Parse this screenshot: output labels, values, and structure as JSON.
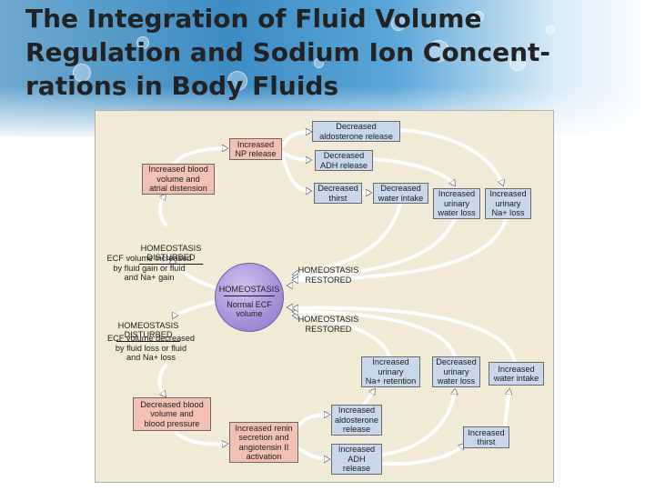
{
  "slide": {
    "title_lines": [
      "The Integration of Fluid Volume",
      "Regulation and Sodium Ion Concent-",
      "rations in Body Fluids"
    ]
  },
  "diagram": {
    "homeostasis": {
      "title": "HOMEOSTASIS",
      "state": "Normal ECF\nvolume"
    },
    "upper": {
      "disturbed_heading": "HOMEOSTASIS\nDISTURBED",
      "disturbed_text": "ECF volume increased\nby fluid gain or fluid\nand Na+ gain",
      "stimulus": "Increased blood\nvolume and\natrial distension",
      "np": "Increased\nNP release",
      "aldosterone": "Decreased\naldosterone release",
      "adh": "Decreased\nADH release",
      "thirst": "Decreased\nthirst",
      "water_intake": "Decreased\nwater intake",
      "urinary_water": "Increased\nurinary\nwater loss",
      "urinary_na": "Increased\nurinary\nNa+ loss",
      "restored": "HOMEOSTASIS\nRESTORED"
    },
    "lower": {
      "disturbed_heading": "HOMEOSTASIS\nDISTURBED",
      "disturbed_text": "ECF volume decreased\nby fluid loss or fluid\nand Na+ loss",
      "stimulus": "Decreased blood\nvolume and\nblood pressure",
      "renin": "Increased renin\nsecretion and\nangiotensin II\nactivation",
      "aldosterone": "Increased\naldosterone\nrelease",
      "adh": "Increased\nADH\nrelease",
      "na_retention": "Increased\nurinary\nNa+ retention",
      "urinary_water": "Decreased\nurinary\nwater loss",
      "water_intake": "Increased\nwater intake",
      "thirst": "Increased\nthirst",
      "restored": "HOMEOSTASIS\nRESTORED"
    }
  },
  "colors": {
    "pink_box": "#f3c1b4",
    "blue_box": "#c9d7ea",
    "panel": "#f1ead7",
    "arrow": "#ffffff"
  }
}
